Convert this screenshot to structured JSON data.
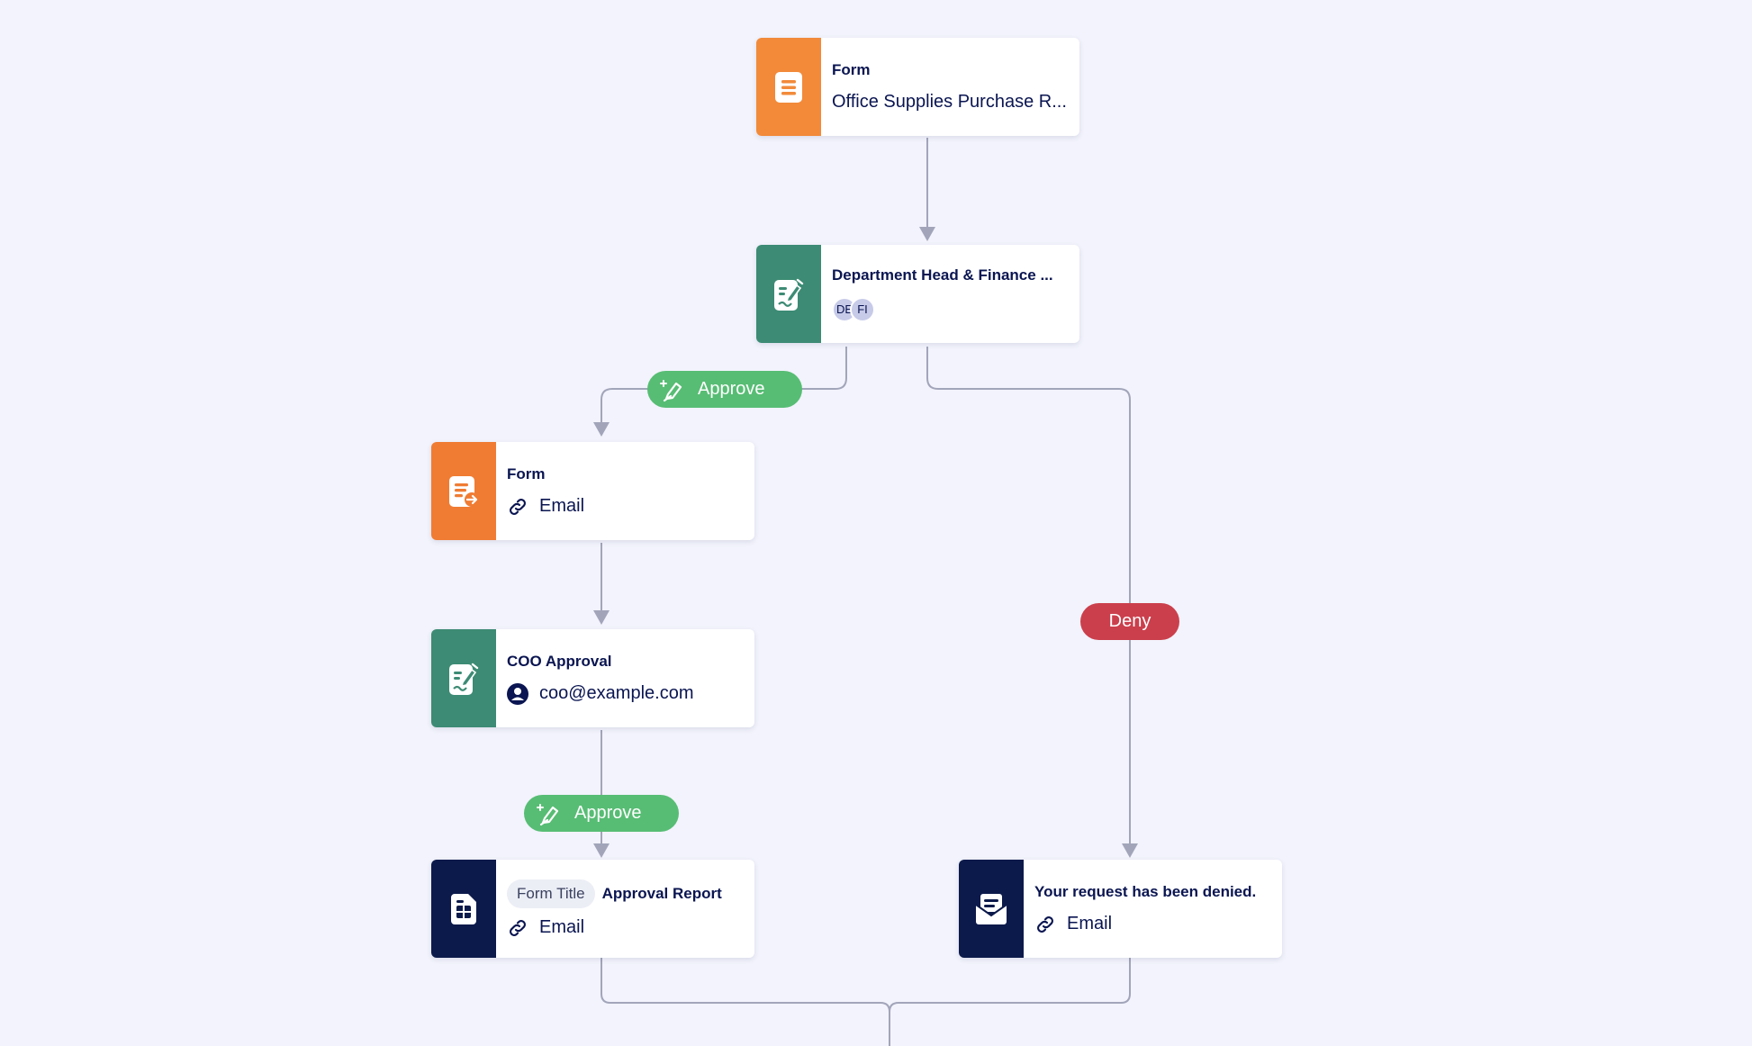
{
  "colors": {
    "background": "#f2f3fc",
    "form_orange": "#f28a3a",
    "approval_teal": "#3d8b74",
    "report_navy": "#0c1a4b",
    "approve_green": "#57bd74",
    "deny_red": "#cb3f4c",
    "connector": "#a2a5ba",
    "text": "#0a1551"
  },
  "nodes": {
    "form_start": {
      "title": "Form",
      "subtitle": "Office Supplies Purchase R...",
      "icon": "form-document-icon"
    },
    "dept_approval": {
      "title": "Department Head & Finance ...",
      "avatars": [
        "DE",
        "FI"
      ],
      "icon": "approval-signature-icon"
    },
    "form_email": {
      "title": "Form",
      "subtitle": "Email",
      "icon": "form-forward-icon",
      "sub_icon": "link-icon"
    },
    "coo_approval": {
      "title": "COO Approval",
      "subtitle": "coo@example.com",
      "icon": "approval-signature-icon",
      "sub_icon": "user-circle-icon"
    },
    "approval_report": {
      "chip": "Form Title",
      "title": "Approval Report",
      "subtitle": "Email",
      "icon": "report-table-icon",
      "sub_icon": "link-icon"
    },
    "denied_email": {
      "title": "Your request has been denied.",
      "subtitle": "Email",
      "icon": "envelope-icon",
      "sub_icon": "link-icon"
    }
  },
  "labels": {
    "approve_1": "Approve",
    "deny": "Deny",
    "approve_2": "Approve"
  }
}
